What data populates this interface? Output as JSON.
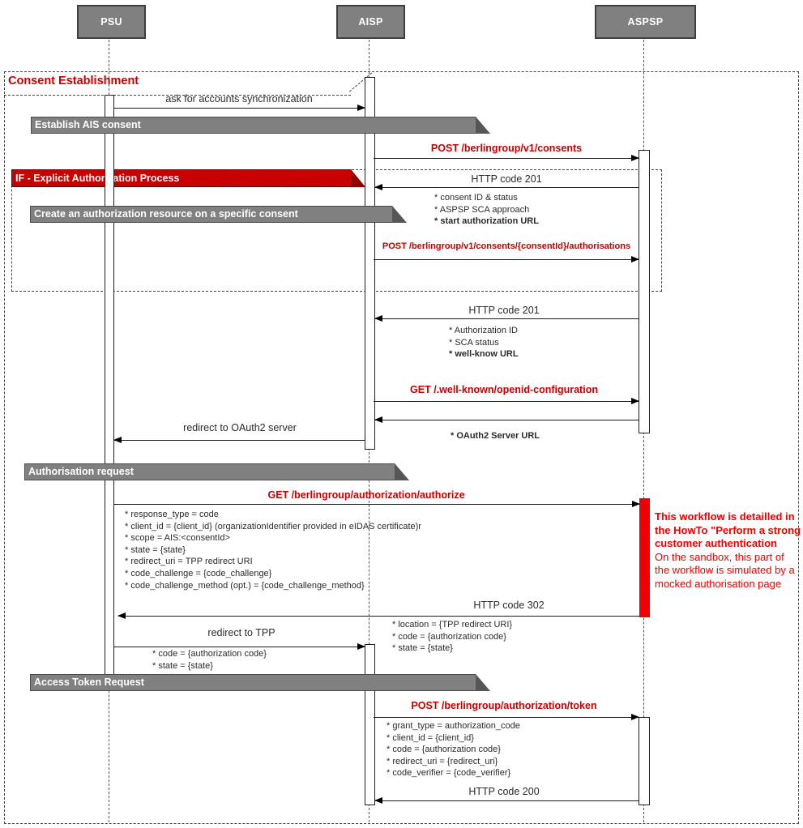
{
  "frame": {
    "title": "Consent Establishment"
  },
  "actors": [
    {
      "label": "PSU"
    },
    {
      "label": "AISP"
    },
    {
      "label": "ASPSP"
    }
  ],
  "banners": {
    "establish_ais": "Establish AIS consent",
    "if_explicit": "IF -  Explicit Authorization Process",
    "create_auth_resource": "Create an authorization resource on a specific consent",
    "authorisation_request": "Authorisation request",
    "access_token_request": "Access Token Request"
  },
  "messages": {
    "ask_sync": "ask for accounts synchronization",
    "post_consents": "POST /berlingroup/v1/consents",
    "http_201_consents": "HTTP code 201",
    "post_authorisations": "POST /berlingroup/v1/consents/{consentId}/authorisations",
    "http_201_auth": "HTTP code 201",
    "get_wellknown": "GET /.well-known/openid-configuration",
    "redirect_oauth2": "redirect to OAuth2 server",
    "get_authorize": "GET /berlingroup/authorization/authorize",
    "http_302": "HTTP code 302",
    "redirect_tpp": "redirect to TPP",
    "post_token": "POST /berlingroup/authorization/token",
    "http_200": "HTTP code 200"
  },
  "notes": {
    "consents_response": [
      "* consent ID & status",
      "* ASPSP SCA approach",
      "* start authorization URL"
    ],
    "auth_response": [
      "* Authorization ID",
      "* SCA status",
      "* well-know URL"
    ],
    "oauth2_server": "* OAuth2 Server URL",
    "authorize_params": [
      "* response_type = code",
      "* client_id = {client_id} (organizationIdentifier provided in eIDAS certificate)r",
      "* scope = AIS:<consentId>",
      "* state = {state}",
      "* redirect_uri = TPP redirect URI",
      "* code_challenge = {code_challenge}",
      "* code_challenge_method (opt.) = {code_challenge_method}"
    ],
    "http_302_params": [
      "* location = {TPP redirect URI}",
      "* code = {authorization code}",
      "* state = {state}"
    ],
    "redirect_tpp_params": [
      "* code = {authorization code}",
      "* state = {state}"
    ],
    "token_params": [
      "* grant_type = authorization_code",
      "* client_id = {client_id}",
      "* code = {authorization code}",
      "* redirect_uri = {redirect_uri}",
      "* code_verifier = {code_verifier}"
    ]
  },
  "annotation": {
    "bold": "This workflow is detailled in the HowTo \"Perform a strong customer authentication",
    "regular": "On the sandbox, this part of the workflow is simulated by a mocked authorisation page"
  },
  "colors": {
    "dark_red": "#c80000",
    "bright_red": "#f50000",
    "banner_gray": "#808080"
  }
}
